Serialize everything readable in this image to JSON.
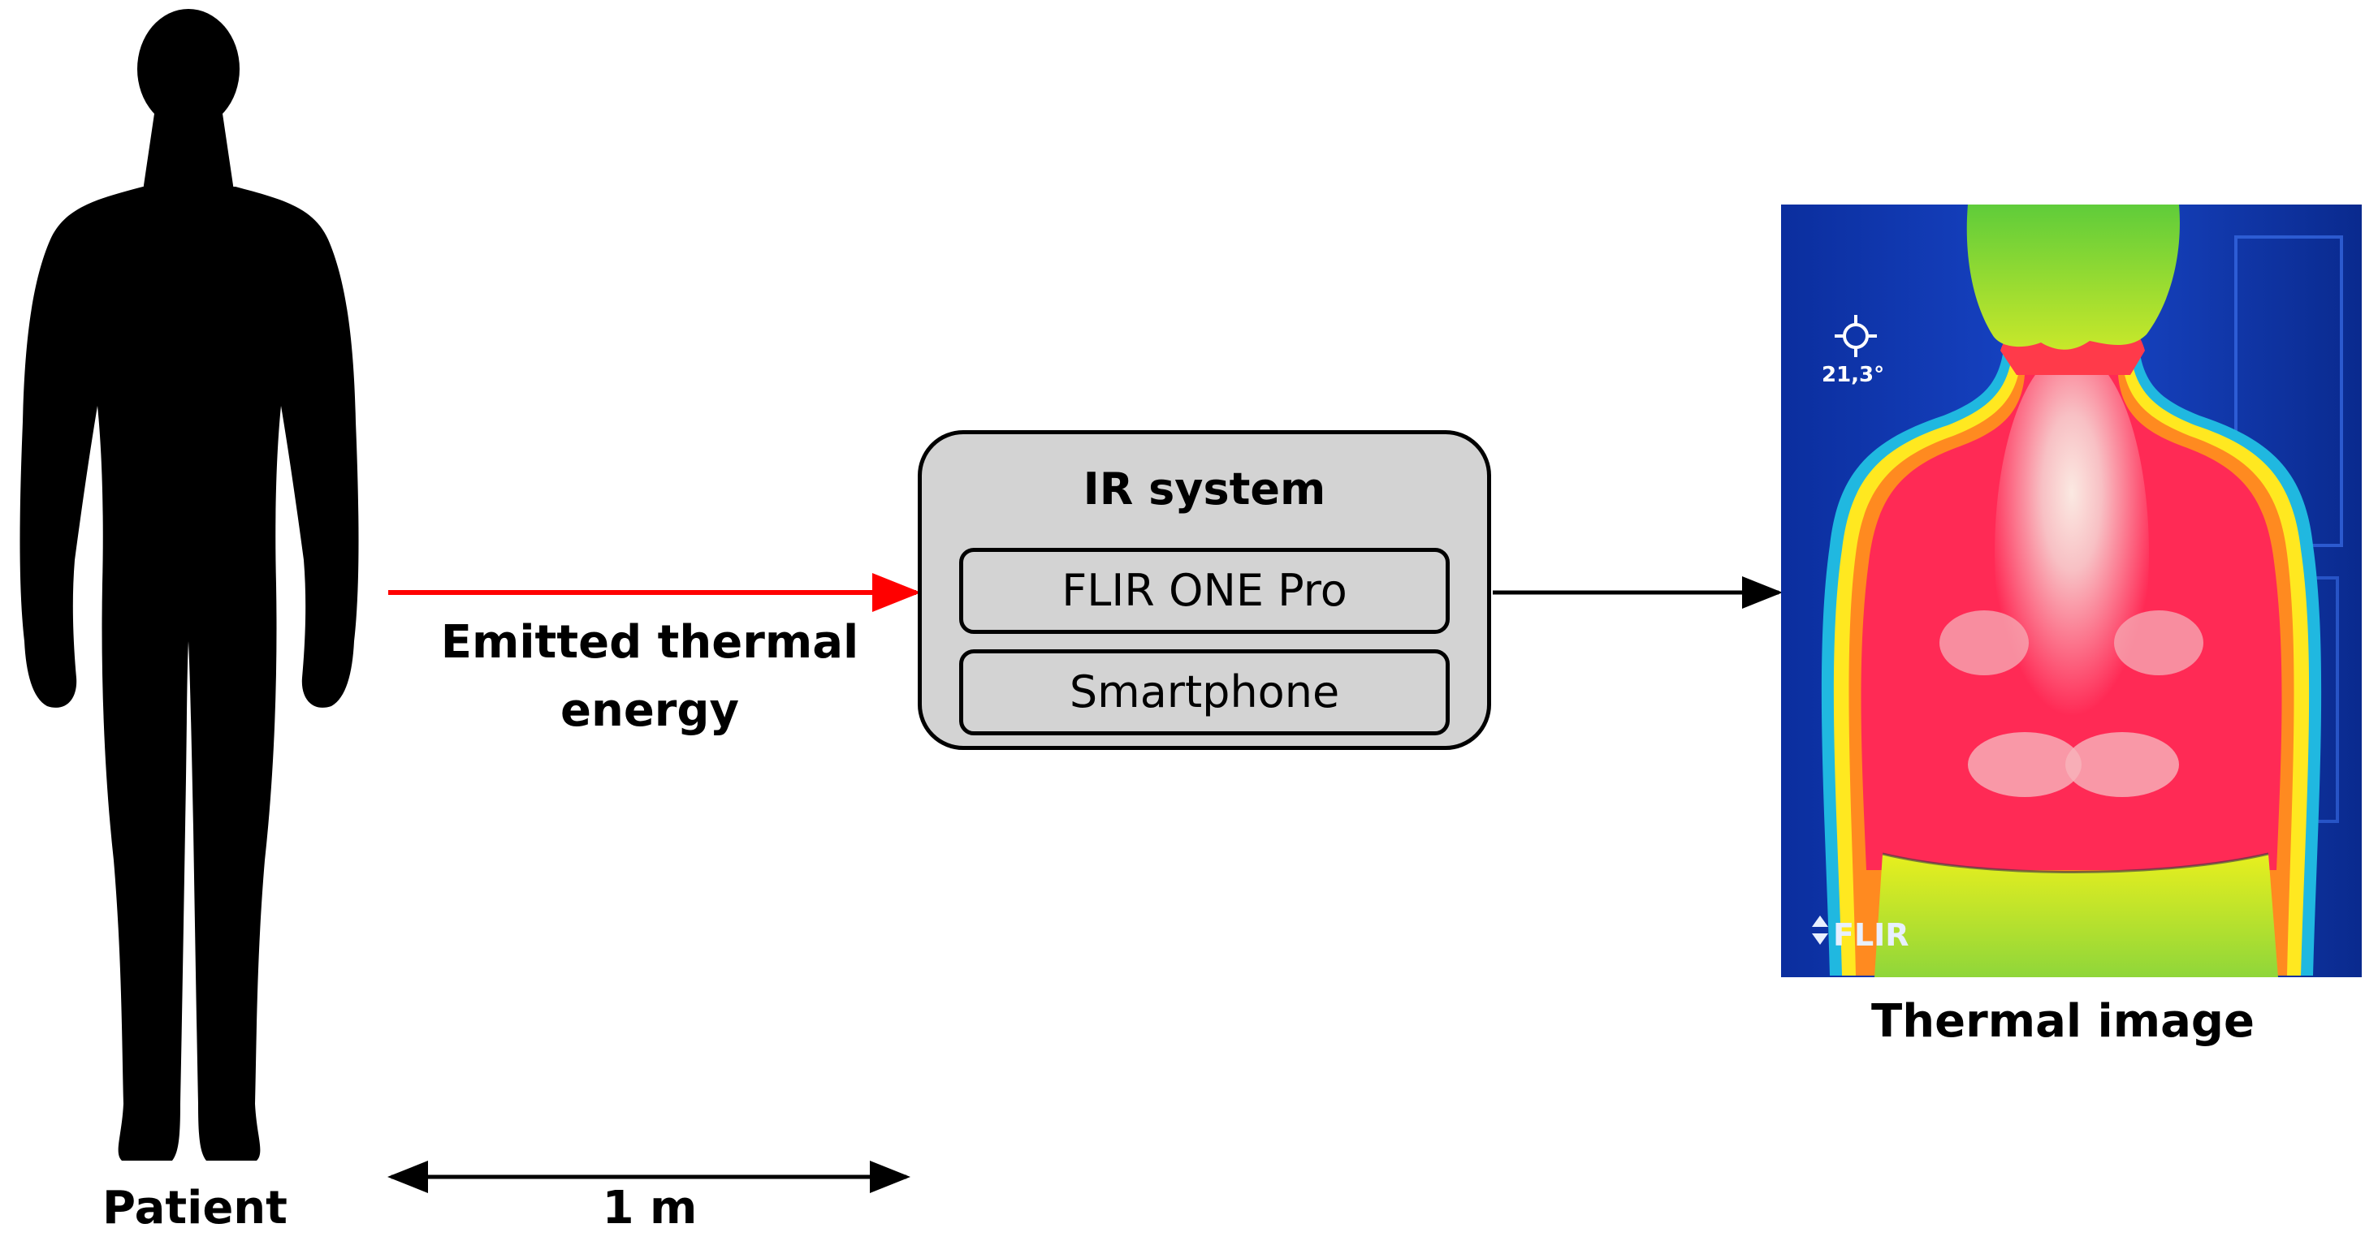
{
  "labels": {
    "patient": "Patient",
    "energy_line1": "Emitted thermal",
    "energy_line2": "energy",
    "distance": "1 m",
    "thermal_image": "Thermal image"
  },
  "ir_system": {
    "title": "IR system",
    "component_1": "FLIR ONE Pro",
    "component_2": "Smartphone"
  },
  "thermal_overlay": {
    "temperature": "21,3°",
    "brand": "FLIR"
  },
  "colors": {
    "energy_arrow": "#ff0000",
    "output_arrow": "#000000",
    "box_fill": "#d3d3d3",
    "thermal_cold": "#0a2a9a",
    "thermal_hot": "#ff2a55",
    "thermal_hottest": "#fbe7e0"
  },
  "icons": {
    "patient": "human-silhouette",
    "crosshair": "crosshair-icon",
    "brand": "flir-logo"
  }
}
